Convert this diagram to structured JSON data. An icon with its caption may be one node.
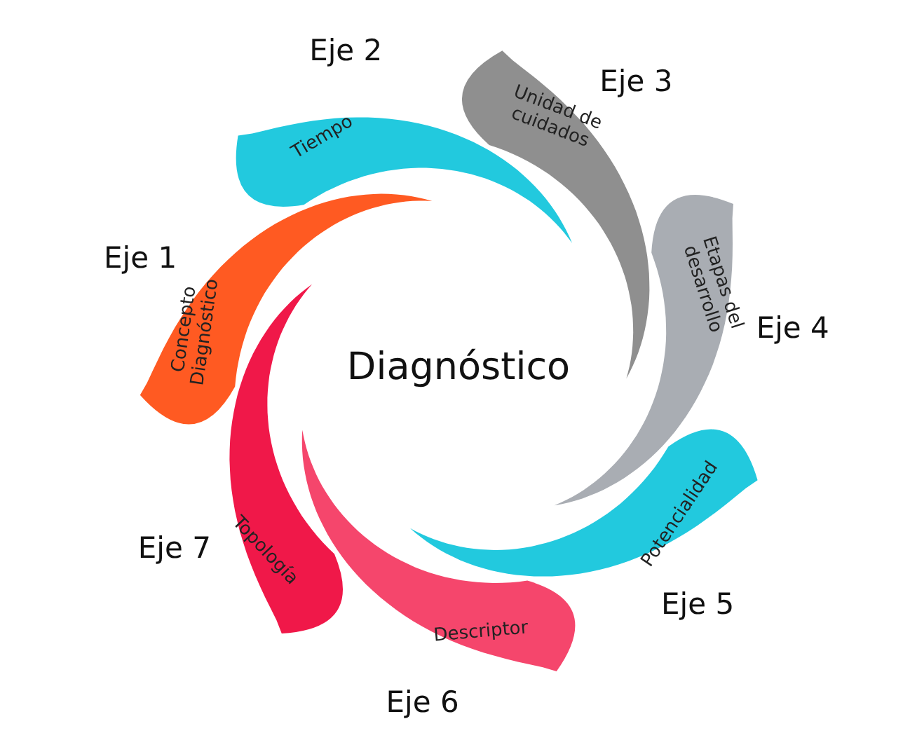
{
  "diagram": {
    "nodes": [
      {
        "text": [
          "Concepto Diagnóstico"
        ],
        "beside": [
          "Eje 1"
        ]
      },
      {
        "text": [
          "Tiempo"
        ],
        "beside": [
          "Eje 2"
        ]
      },
      {
        "text": [
          "Unidad de cuidados"
        ],
        "beside": [
          "Eje 3"
        ]
      },
      {
        "text": [
          "Etapas del desarrollo"
        ],
        "beside": [
          "Eje 4"
        ]
      },
      {
        "text": [
          "Potencialidad"
        ],
        "beside": [
          "Eje 5"
        ]
      },
      {
        "text": [
          "Descriptor"
        ],
        "beside": [
          "Eje 6"
        ]
      },
      {
        "text": [
          "Topología"
        ],
        "beside": [
          "Eje 7"
        ]
      }
    ],
    "labels": [
      "Diagnóstico"
    ]
  }
}
